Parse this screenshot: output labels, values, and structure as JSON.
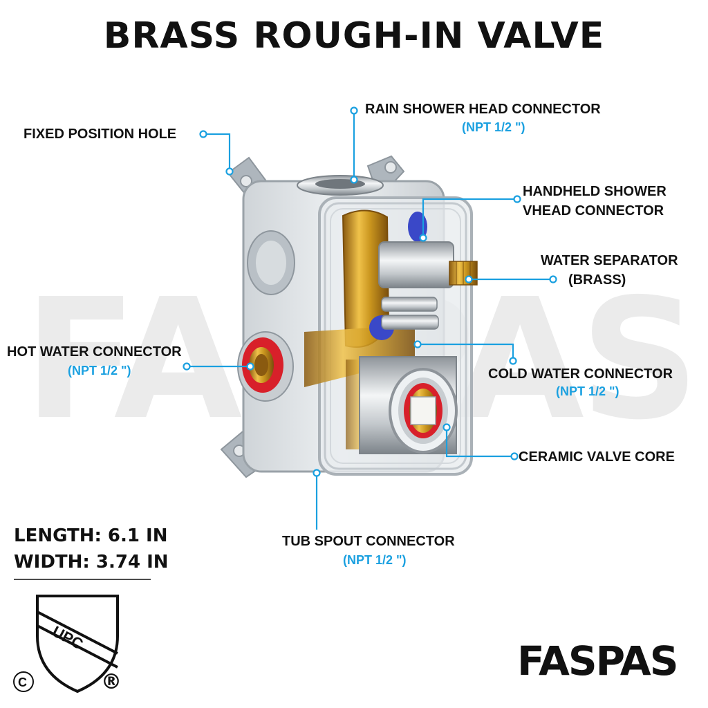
{
  "title": "BRASS ROUGH-IN VALVE",
  "watermark": "FASPAS",
  "brand": "FASPAS",
  "labels": {
    "fixed_hole": "FIXED POSITION HOLE",
    "rain_head": "RAIN SHOWER HEAD CONNECTOR",
    "rain_head_spec": "(NPT 1/2 \")",
    "handheld_1": "HANDHELD SHOWER",
    "handheld_2": "VHEAD CONNECTOR",
    "separator_1": "WATER SEPARATOR",
    "separator_2": "(BRASS)",
    "hot": "HOT WATER CONNECTOR",
    "hot_spec": "(NPT 1/2 \")",
    "cold": "COLD WATER CONNECTOR",
    "cold_spec": "(NPT 1/2 \")",
    "core": "CERAMIC VALVE CORE",
    "tub": "TUB SPOUT CONNECTOR",
    "tub_spec": "(NPT 1/2 \")"
  },
  "dimensions": {
    "length": "LENGTH: 6.1 IN",
    "width": "WIDTH: 3.74 IN"
  },
  "cert": {
    "upc": "UPC",
    "c": "C",
    "r": "®"
  },
  "colors": {
    "accent": "#1aa0e0",
    "brass": "#c9951e",
    "hot_ring": "#d8202a",
    "text": "#111111"
  }
}
